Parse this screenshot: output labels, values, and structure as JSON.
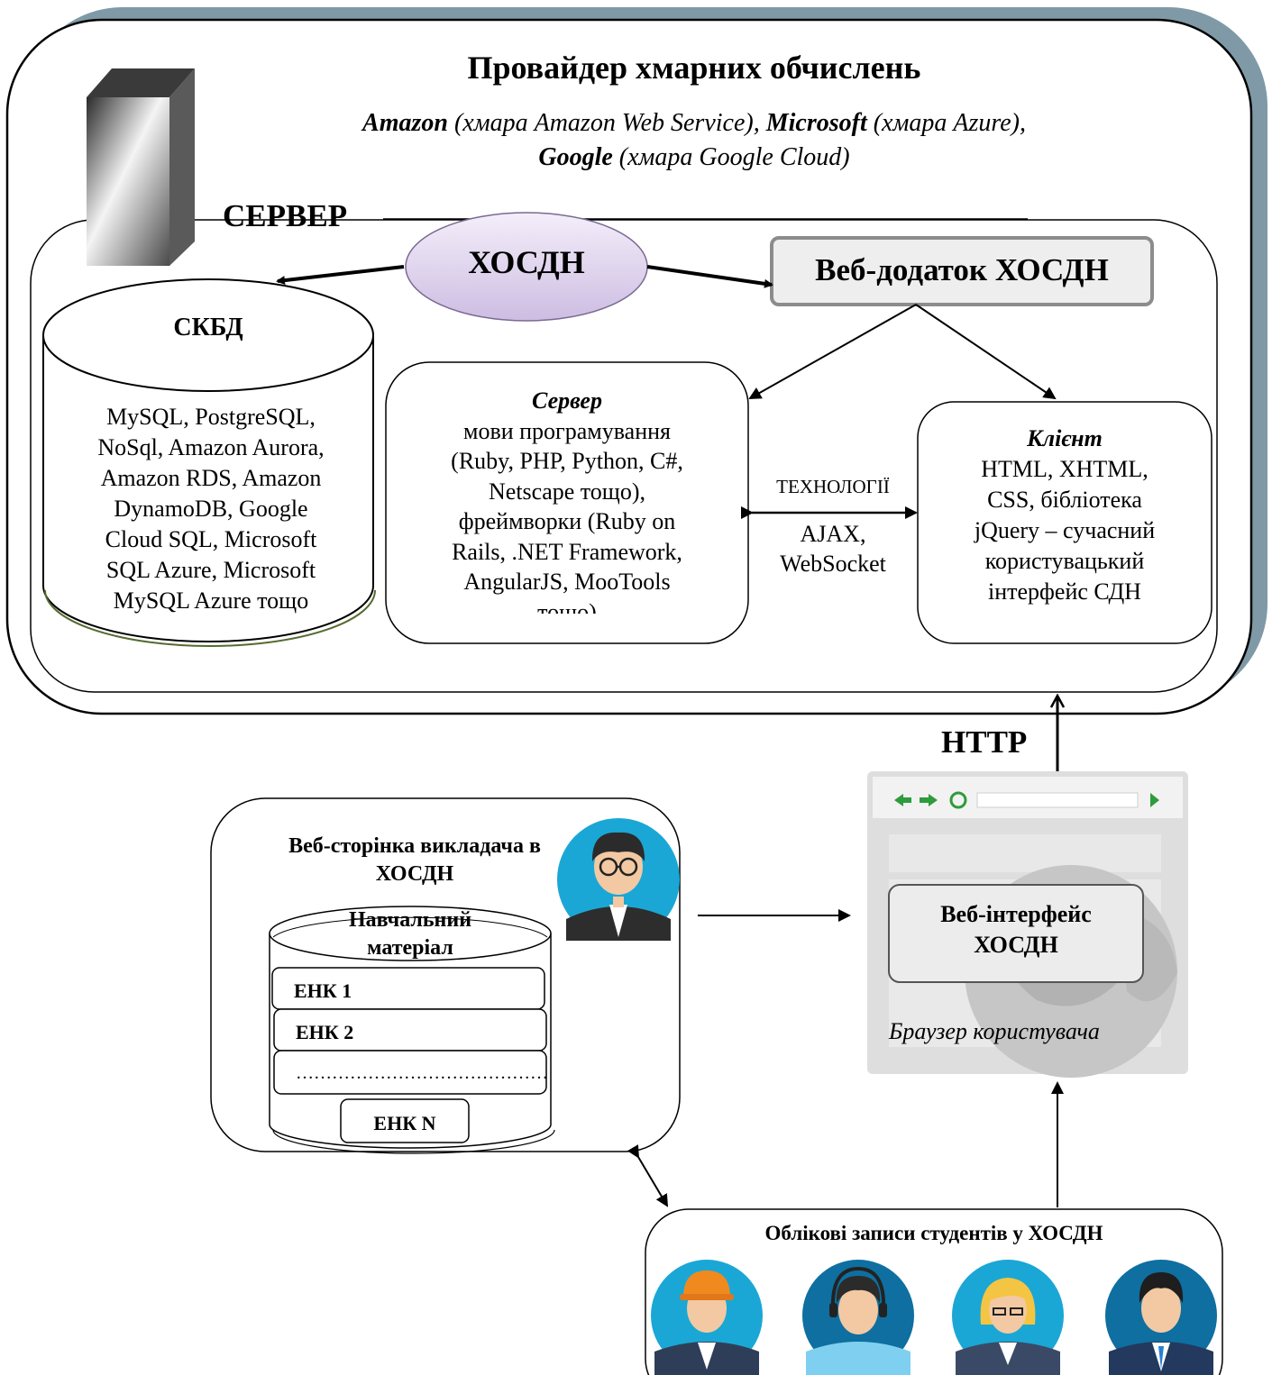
{
  "cloud": {
    "title": "Провайдер хмарних обчислень",
    "providers_line1_a": "Amazon",
    "providers_line1_b": " (хмара Amazon Web Service), ",
    "providers_line1_c": "Microsoft",
    "providers_line1_d": " (хмара Azure),",
    "providers_line2_a": "Google",
    "providers_line2_b": " (хмара Google Cloud)"
  },
  "server": {
    "label": "СЕРВЕР",
    "hosdn": "ХОСДН",
    "webapp": "Веб-додаток ХОСДН"
  },
  "dbms": {
    "title": "СКБД",
    "lines": [
      "MySQL, PostgreSQL,",
      "NoSql, Amazon Aurora,",
      "Amazon RDS, Amazon",
      "DynamoDB, Google",
      "Cloud SQL,  Microsoft",
      "SQL Azure, Microsoft",
      "MySQL Azure тощо"
    ]
  },
  "server_box": {
    "title": "Сервер",
    "lines": [
      "мови програмування",
      "(Ruby, PHP, Python, C#,",
      "Netscape тощо),",
      "фреймворки (Ruby on",
      "Rails, .NET Framework,",
      "AngularJS, MooTools",
      "тощо)"
    ]
  },
  "tech": {
    "label": "ТЕХНОЛОГІЇ",
    "line1": "AJAX,",
    "line2": "WebSocket"
  },
  "client_box": {
    "title": "Клієнт",
    "lines": [
      "HTML, XHTML,",
      "CSS,  бібліотека",
      "jQuery – сучасний",
      "користувацький",
      "інтерфейс СДН"
    ]
  },
  "http": "HTTP",
  "teacher": {
    "title_line1": "Веб-сторінка викладача в",
    "title_line2": "ХОСДН",
    "material_line1": "Навчальний",
    "material_line2": "матеріал",
    "items": [
      "ЕНК 1",
      "ЕНК 2",
      "……………………………………",
      "ЕНК N"
    ]
  },
  "browser": {
    "interface_line1": "Веб-інтерфейс",
    "interface_line2": "ХОСДН",
    "caption": "Браузер користувача"
  },
  "students": {
    "title": "Облікові записи студентів у ХОСДН"
  },
  "colors": {
    "frame_shadow": "#7f9aa6",
    "ellipse_fill": "#e2d6ee",
    "avatar_bg": "#1aa7d6",
    "avatar_bg_dark": "#0e6fa0",
    "browser_green": "#2e9b3c"
  }
}
